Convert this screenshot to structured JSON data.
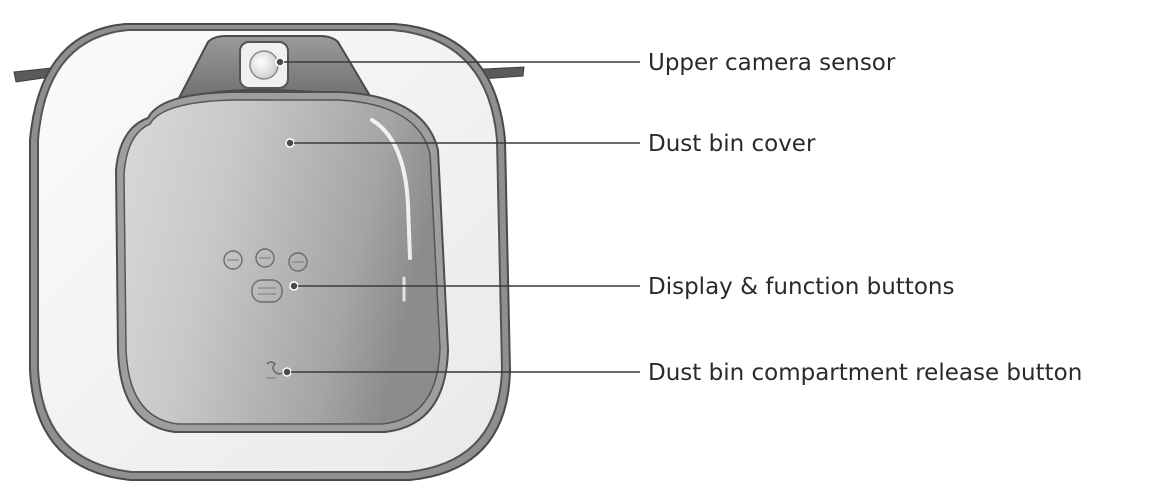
{
  "callouts": [
    {
      "id": "upper-camera-sensor",
      "label": "Upper camera sensor"
    },
    {
      "id": "dust-bin-cover",
      "label": "Dust bin cover"
    },
    {
      "id": "display-function-buttons",
      "label": "Display & function buttons"
    },
    {
      "id": "dust-bin-release-button",
      "label": "Dust bin compartment release button"
    }
  ],
  "colors": {
    "body": "#f4f4f4",
    "outline": "#505050",
    "cover_dark": "#8d8d8d",
    "cover_light": "#e2e2e2",
    "leader": "#3a3a3a"
  }
}
